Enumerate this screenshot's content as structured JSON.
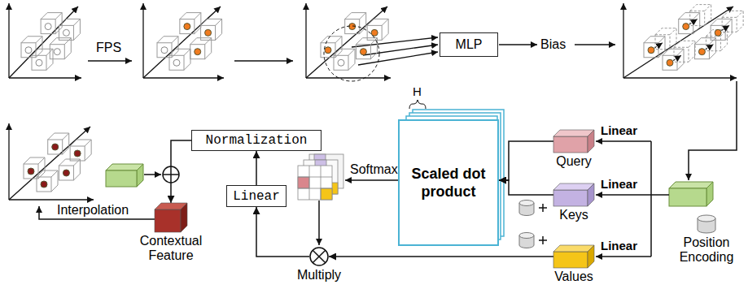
{
  "diagram": {
    "nodes": [
      {
        "text": [
          "MLP"
        ]
      },
      {
        "text": [
          "Scaled dot product"
        ]
      },
      {
        "text": [
          "Normalization"
        ]
      },
      {
        "text": [
          "Linear"
        ]
      },
      {
        "text": [
          "Query"
        ]
      },
      {
        "text": [
          "Keys"
        ]
      },
      {
        "text": [
          "Values"
        ]
      },
      {
        "text": [
          "Multiply"
        ]
      },
      {
        "text": [
          "Contextual Feature"
        ]
      },
      {
        "text": [
          "Position Encoding"
        ]
      }
    ],
    "edges": [
      {
        "from": 4,
        "to": 1,
        "arrow": "to"
      },
      {
        "from": 5,
        "to": 1,
        "arrow": "to"
      },
      {
        "from": 6,
        "to": 7,
        "arrow": "to"
      },
      {
        "from": 7,
        "to": 3,
        "arrow": "to"
      },
      {
        "from": 3,
        "to": 2,
        "arrow": "to"
      },
      {
        "from": 2,
        "to": 8,
        "arrow": "to"
      }
    ],
    "labels": [
      "FPS",
      "Bias",
      "H",
      "Softmax",
      "Linear",
      "Linear",
      "Linear",
      "Interpolation"
    ]
  }
}
